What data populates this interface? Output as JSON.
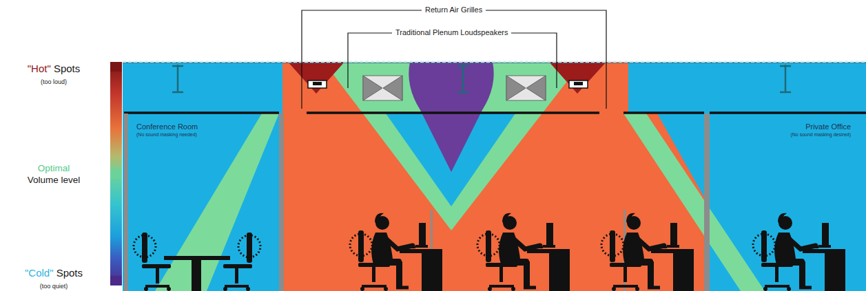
{
  "diagram": {
    "nodes": [
      {
        "text": [
          "Conference Room",
          "(No sound masking needed)"
        ]
      },
      {
        "text": [
          "Private Office",
          "(No sound masking desired)"
        ]
      }
    ],
    "labels": [
      "Return Air Grilles",
      "Traditional Plenum Loudspeakers",
      "(too loud)",
      "(too quiet)"
    ],
    "legend": [
      {
        "text": "\"Hot\" Spots",
        "color": "#7b1515"
      },
      {
        "text": "Optimal Volume level",
        "color": "#6bd39a"
      },
      {
        "text": "\"Cold\" Spots",
        "color": "#4b2a8a"
      }
    ]
  }
}
